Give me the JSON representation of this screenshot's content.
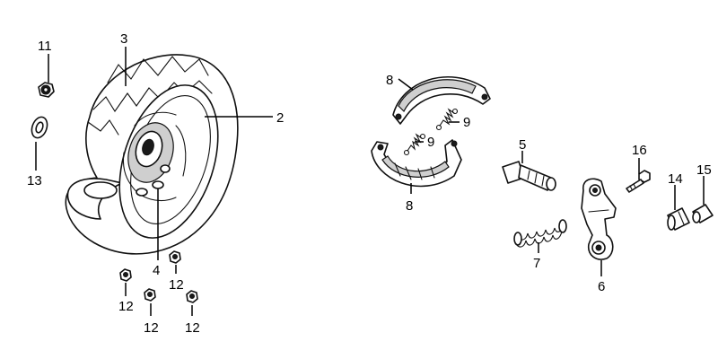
{
  "callouts": {
    "c2": "2",
    "c3": "3",
    "c4": "4",
    "c5": "5",
    "c6": "6",
    "c7": "7",
    "c8_top": "8",
    "c8_bottom": "8",
    "c9_top": "9",
    "c9_bottom": "9",
    "c11": "11",
    "c12_a": "12",
    "c12_b": "12",
    "c12_c": "12",
    "c12_d": "12",
    "c13": "13",
    "c14": "14",
    "c15": "15",
    "c16": "16"
  },
  "colors": {
    "line": "#111111",
    "background": "#ffffff"
  }
}
